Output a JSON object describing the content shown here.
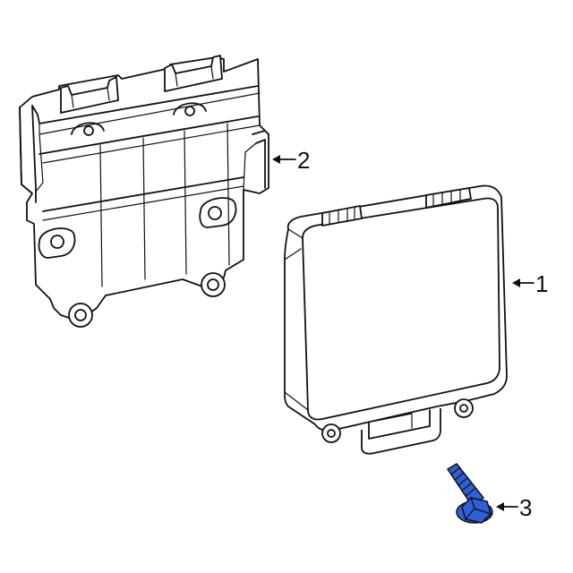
{
  "diagram": {
    "callouts": [
      {
        "id": "1",
        "label": "1"
      },
      {
        "id": "2",
        "label": "2"
      },
      {
        "id": "3",
        "label": "3"
      }
    ],
    "highlight_color": "#2f5fd6"
  }
}
